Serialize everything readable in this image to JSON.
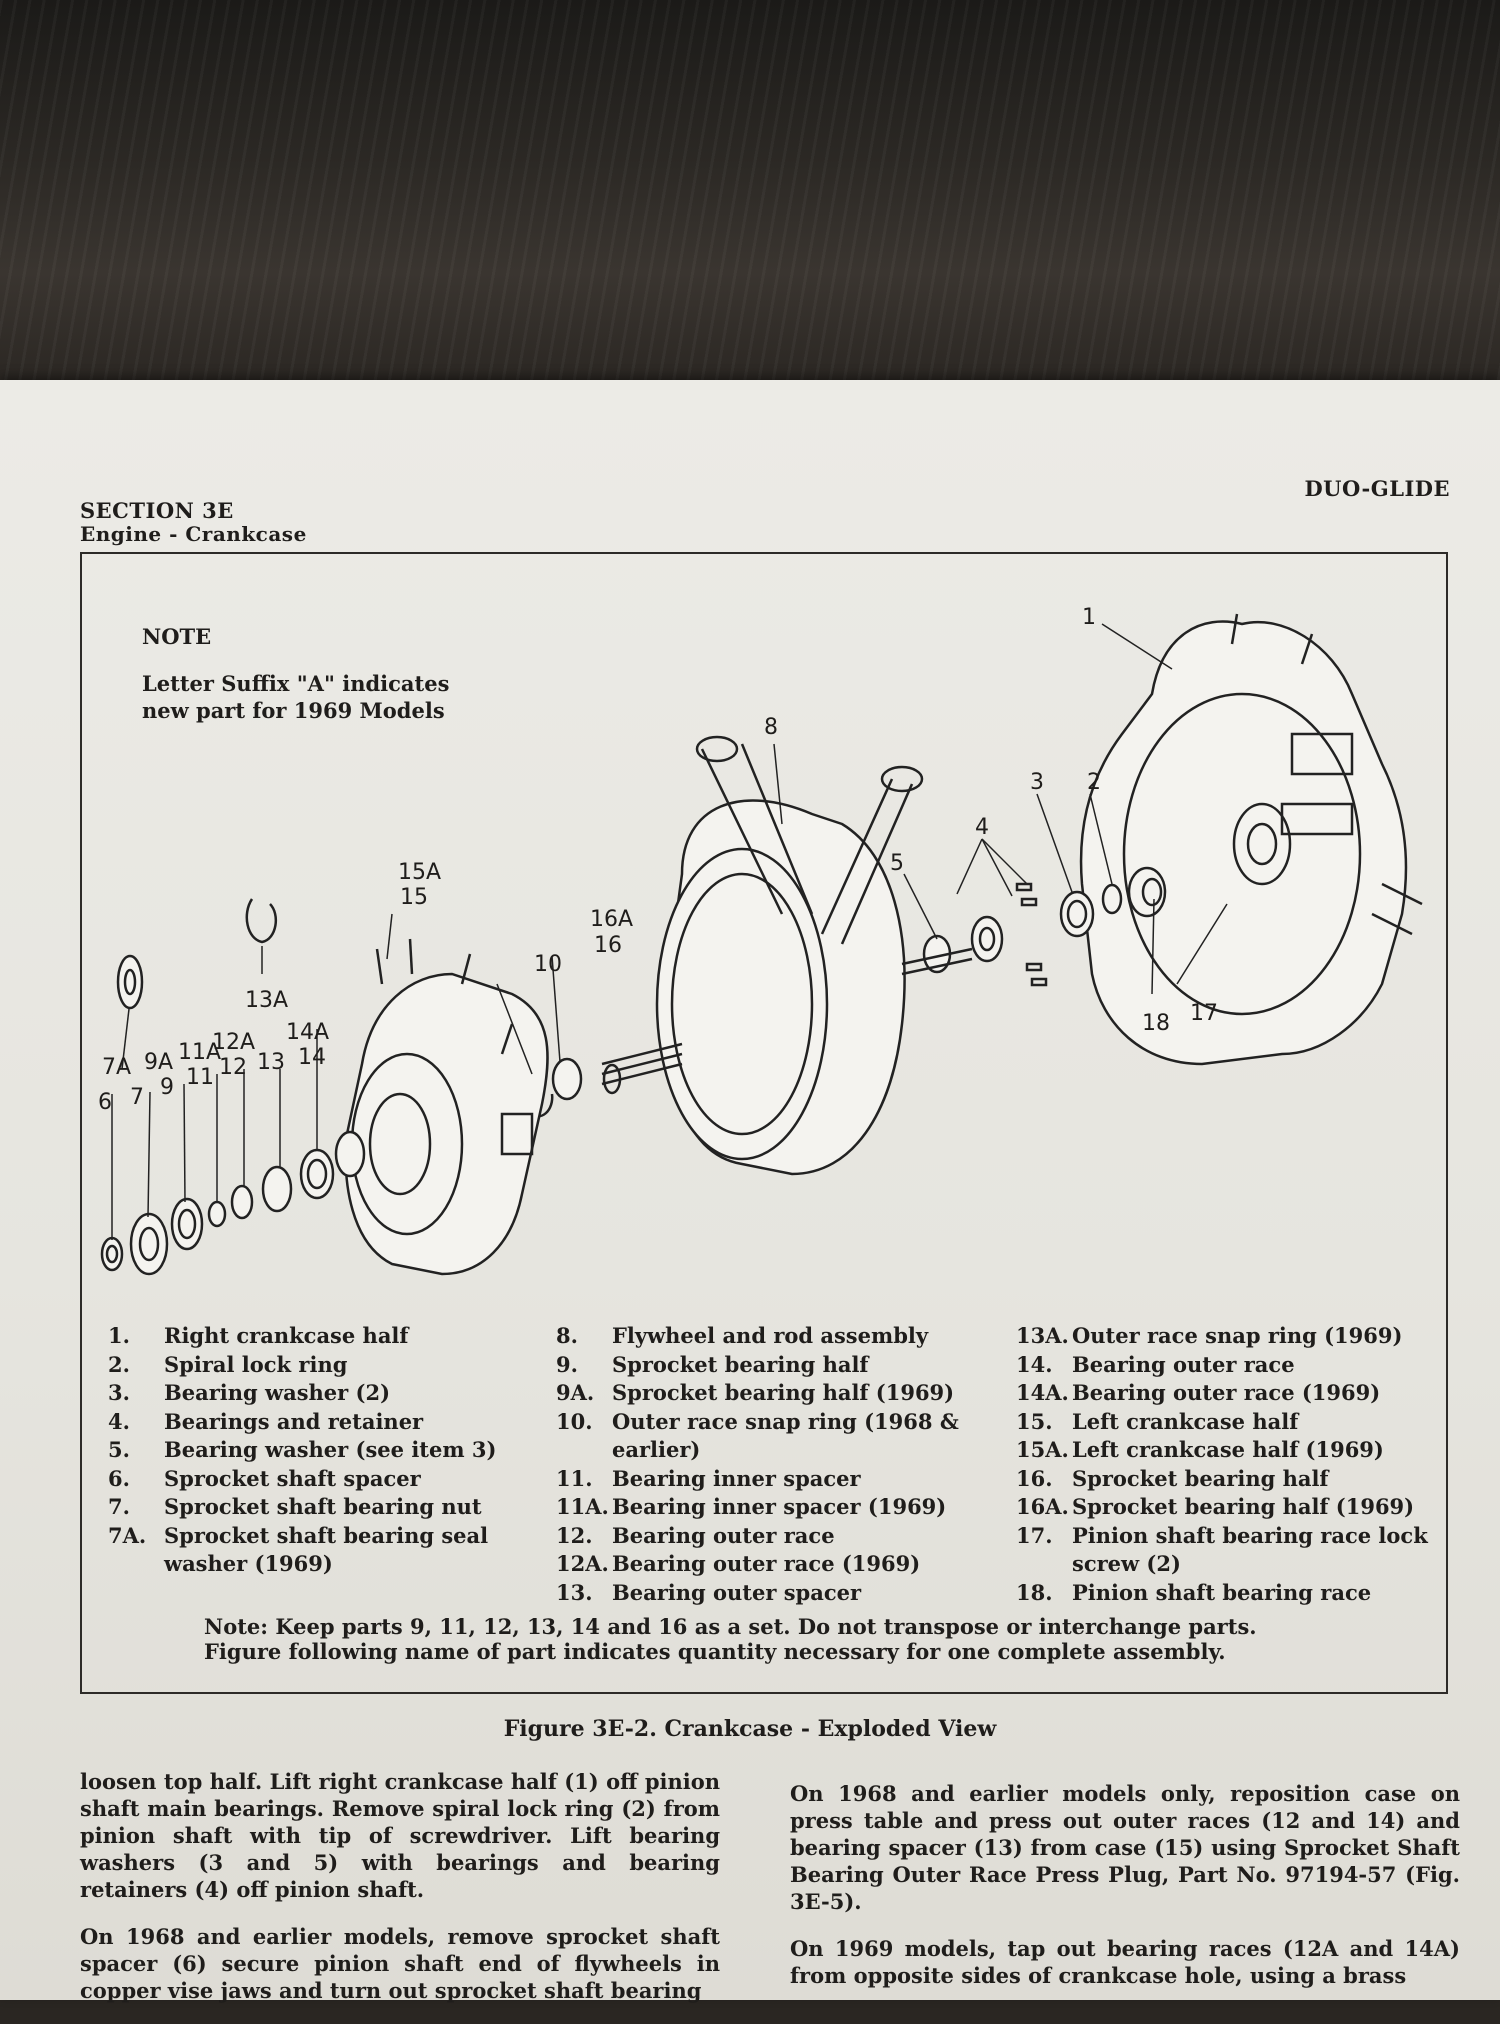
{
  "header": {
    "section": "SECTION 3E",
    "subsection": "Engine - Crankcase",
    "book_title": "DUO-GLIDE"
  },
  "note": {
    "heading": "NOTE",
    "text": "Letter Suffix \"A\" indicates new part for 1969 Models"
  },
  "callouts": {
    "c1": "1",
    "c2": "2",
    "c3": "3",
    "c4": "4",
    "c5": "5",
    "c8": "8",
    "c10": "10",
    "c13A": "13A",
    "c14A": "14A",
    "c14": "14",
    "c15A": "15A",
    "c15": "15",
    "c16A": "16A",
    "c16": "16",
    "c17": "17",
    "c18": "18",
    "c6": "6",
    "c7": "7",
    "c7A": "7A",
    "c9A": "9A",
    "c9": "9",
    "c11A": "11A",
    "c11": "11",
    "c12A": "12A",
    "c12": "12",
    "c13": "13"
  },
  "legend": {
    "col1": [
      {
        "num": "1.",
        "text": "Right crankcase half"
      },
      {
        "num": "2.",
        "text": "Spiral lock ring"
      },
      {
        "num": "3.",
        "text": "Bearing washer (2)"
      },
      {
        "num": "4.",
        "text": "Bearings and retainer"
      },
      {
        "num": "5.",
        "text": "Bearing washer (see item 3)"
      },
      {
        "num": "6.",
        "text": "Sprocket shaft spacer"
      },
      {
        "num": "7.",
        "text": "Sprocket shaft bearing nut"
      },
      {
        "num": "7A.",
        "text": "Sprocket shaft bearing seal washer (1969)"
      }
    ],
    "col2": [
      {
        "num": "8.",
        "text": "Flywheel and rod assembly"
      },
      {
        "num": "9.",
        "text": "Sprocket bearing half"
      },
      {
        "num": "9A.",
        "text": "Sprocket bearing half (1969)"
      },
      {
        "num": "10.",
        "text": "Outer race snap ring (1968 & earlier)"
      },
      {
        "num": "11.",
        "text": "Bearing inner spacer"
      },
      {
        "num": "11A.",
        "text": "Bearing inner spacer (1969)"
      },
      {
        "num": "12.",
        "text": "Bearing outer race"
      },
      {
        "num": "12A.",
        "text": "Bearing outer race (1969)"
      },
      {
        "num": "13.",
        "text": "Bearing outer spacer"
      }
    ],
    "col3": [
      {
        "num": "13A.",
        "text": "Outer race snap ring (1969)"
      },
      {
        "num": "14.",
        "text": "Bearing outer race"
      },
      {
        "num": "14A.",
        "text": "Bearing outer race (1969)"
      },
      {
        "num": "15.",
        "text": "Left crankcase half"
      },
      {
        "num": "15A.",
        "text": "Left crankcase half (1969)"
      },
      {
        "num": "16.",
        "text": "Sprocket bearing half"
      },
      {
        "num": "16A.",
        "text": "Sprocket bearing half (1969)"
      },
      {
        "num": "17.",
        "text": "Pinion shaft bearing race lock screw (2)"
      },
      {
        "num": "18.",
        "text": "Pinion shaft bearing race"
      }
    ]
  },
  "figure_note": {
    "line1": "Note:  Keep parts 9, 11, 12, 13, 14 and 16 as a set.  Do not transpose or interchange parts.",
    "line2": "Figure following name of part indicates quantity necessary for one complete assembly."
  },
  "caption": "Figure 3E-2. Crankcase - Exploded View",
  "body": {
    "left_p1": "loosen top half.  Lift right crankcase half (1) off pinion shaft main bearings.  Remove spiral lock ring (2) from pinion shaft with tip of screwdriver.  Lift bearing washers (3 and 5) with bearings and bearing retainers (4) off pinion shaft.",
    "left_p2": "On 1968 and earlier models, remove sprocket shaft spacer (6) secure pinion shaft end of flywheels in copper vise jaws and turn out sprocket shaft bearing",
    "right_p1": "On 1968 and earlier models only, reposition case on press table and press out outer races (12 and 14) and bearing spacer (13) from case (15) using Sprocket Shaft Bearing Outer Race Press Plug, Part No. 97194-57 (Fig. 3E-5).",
    "right_p2": "On 1969 models, tap out bearing races (12A and 14A) from opposite sides of crankcase hole, using a brass"
  }
}
